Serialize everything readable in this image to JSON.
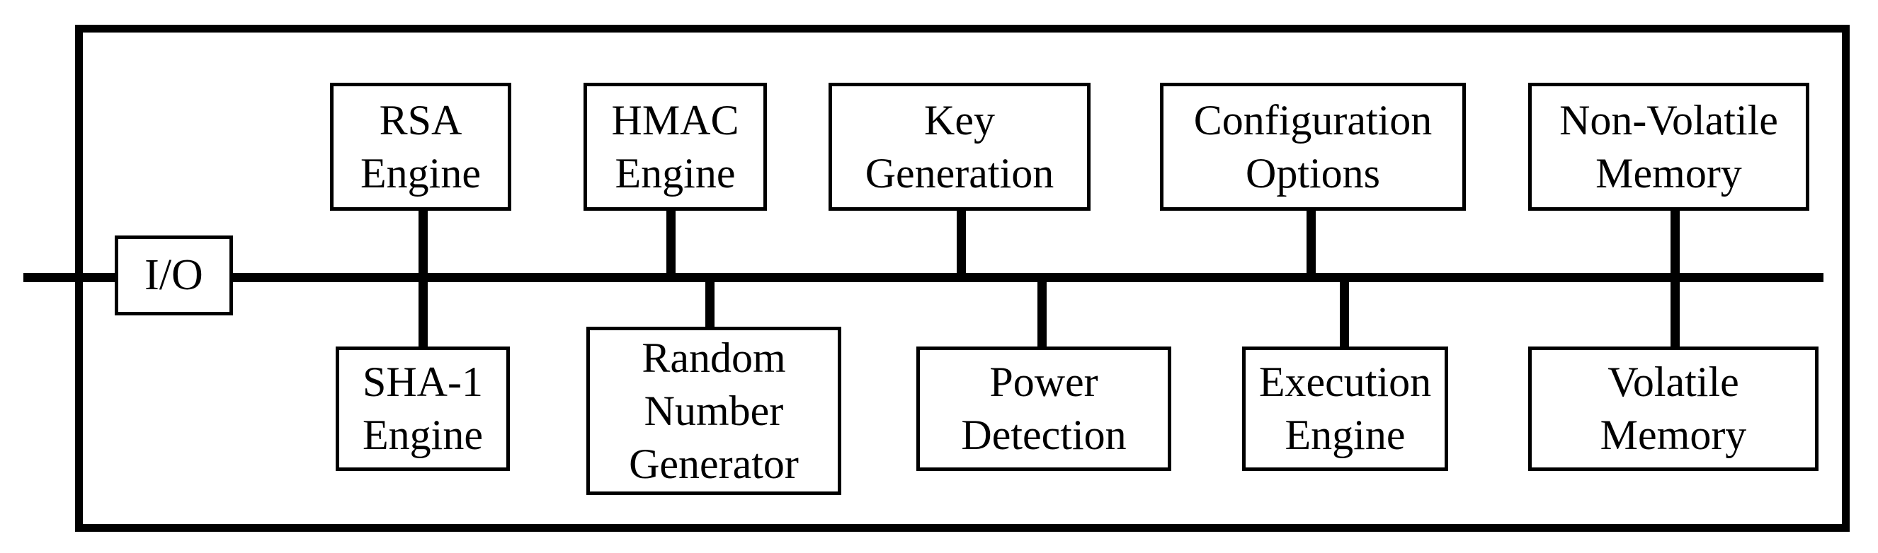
{
  "diagram": {
    "type": "block-diagram",
    "colors": {
      "line": "#000000",
      "background": "#ffffff"
    },
    "io": {
      "label": "I/O"
    },
    "top_row": [
      {
        "label": "RSA\nEngine"
      },
      {
        "label": "HMAC\nEngine"
      },
      {
        "label": "Key\nGeneration"
      },
      {
        "label": "Configuration\nOptions"
      },
      {
        "label": "Non-Volatile\nMemory"
      }
    ],
    "bottom_row": [
      {
        "label": "SHA-1\nEngine"
      },
      {
        "label": "Random\nNumber\nGenerator"
      },
      {
        "label": "Power\nDetection"
      },
      {
        "label": "Execution\nEngine"
      },
      {
        "label": "Volatile\nMemory"
      }
    ]
  }
}
